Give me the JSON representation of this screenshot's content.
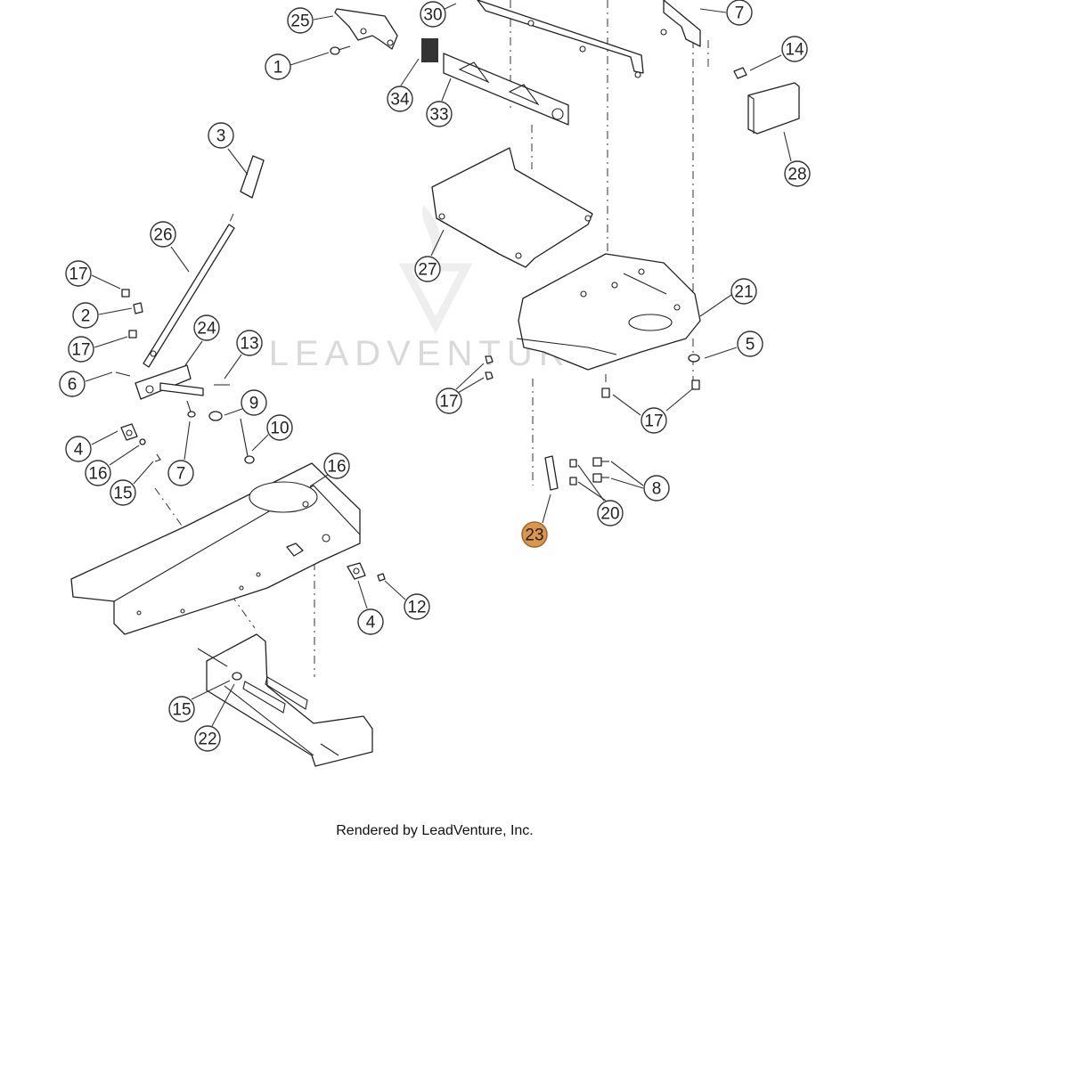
{
  "watermark": "LEADVENTURE",
  "credit": "Rendered by LeadVenture, Inc.",
  "highlight_color": "#d9964f",
  "callouts": [
    {
      "label": "25"
    },
    {
      "label": "30"
    },
    {
      "label": "7"
    },
    {
      "label": "1"
    },
    {
      "label": "14"
    },
    {
      "label": "34"
    },
    {
      "label": "33"
    },
    {
      "label": "28"
    },
    {
      "label": "3"
    },
    {
      "label": "26"
    },
    {
      "label": "27"
    },
    {
      "label": "17"
    },
    {
      "label": "21"
    },
    {
      "label": "2"
    },
    {
      "label": "17"
    },
    {
      "label": "24"
    },
    {
      "label": "13"
    },
    {
      "label": "5"
    },
    {
      "label": "6"
    },
    {
      "label": "17"
    },
    {
      "label": "17"
    },
    {
      "label": "9"
    },
    {
      "label": "4"
    },
    {
      "label": "10"
    },
    {
      "label": "16"
    },
    {
      "label": "7"
    },
    {
      "label": "16"
    },
    {
      "label": "15"
    },
    {
      "label": "8"
    },
    {
      "label": "20"
    },
    {
      "label": "23",
      "highlighted": true
    },
    {
      "label": "4"
    },
    {
      "label": "12"
    },
    {
      "label": "15"
    },
    {
      "label": "22"
    }
  ]
}
